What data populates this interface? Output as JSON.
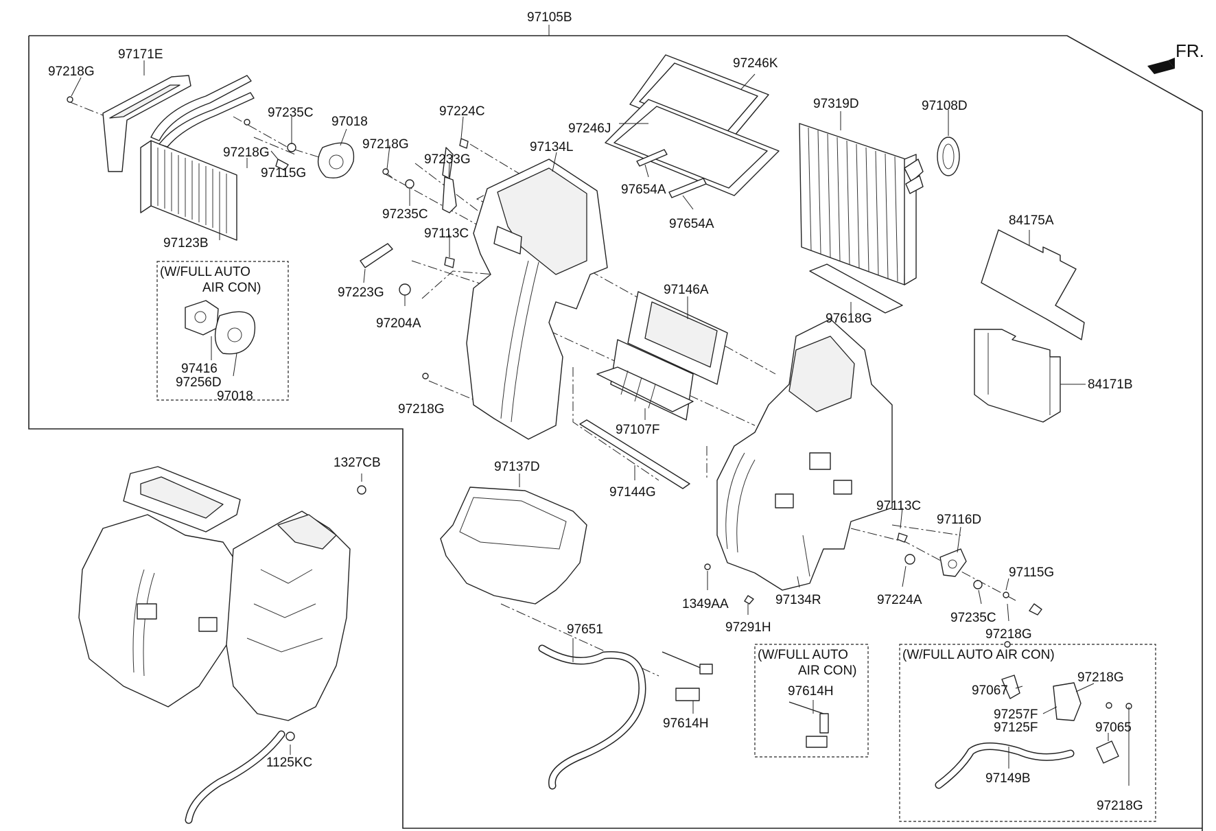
{
  "diagram": {
    "assembly_label": "97105B",
    "direction_label": "FR.",
    "option_boxes": [
      {
        "line1": "(W/FULL AUTO",
        "line2": "AIR CON)"
      },
      {
        "line1": "(W/FULL AUTO",
        "line2": "AIR CON)"
      },
      {
        "line1": "(W/FULL AUTO AIR CON)",
        "line2": ""
      }
    ],
    "part_labels": [
      "97218G",
      "97171E",
      "97235C",
      "97018",
      "97218G",
      "97115G",
      "97123B",
      "97218G",
      "97224C",
      "97233G",
      "97235C",
      "97113C",
      "97134L",
      "97223G",
      "97204A",
      "97246K",
      "97246J",
      "97654A",
      "97654A",
      "97319D",
      "97108D",
      "84175A",
      "97618G",
      "97146A",
      "84171B",
      "97416",
      "97256D",
      "97018",
      "97218G",
      "97107F",
      "97144G",
      "97137D",
      "1327CB",
      "97113C",
      "97116D",
      "97115G",
      "1349AA",
      "97134R",
      "97224A",
      "97235C",
      "97218G",
      "97291H",
      "97651",
      "97614H",
      "97614H",
      "1125KC",
      "97067",
      "97218G",
      "97257F",
      "97125F",
      "97065",
      "97149B",
      "97218G"
    ]
  }
}
